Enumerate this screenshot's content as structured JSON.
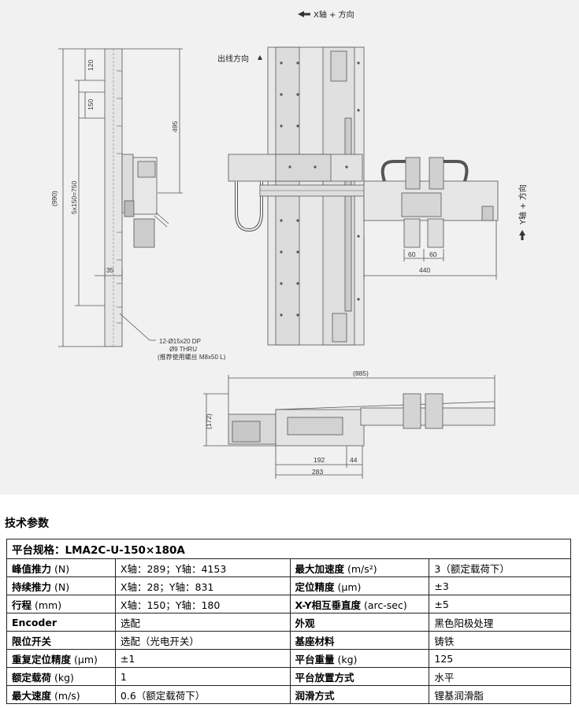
{
  "drawing": {
    "x_direction": "X轴 + 方向",
    "y_direction": "Y轴 + 方向",
    "cable_direction": "出线方向",
    "dims": {
      "d120": "120",
      "d150": "150",
      "d495": "495",
      "d990": "(990)",
      "d750": "5x150=750",
      "d35": "35",
      "d60a": "60",
      "d60b": "60",
      "d440": "440",
      "d885": "(885)",
      "d172": "(172)",
      "d192": "192",
      "d44": "44",
      "d283": "283"
    },
    "hole_note": [
      "12-Ø15x20 DP",
      "Ø9 THRU",
      "(推荐使用螺丝 M8x50 L)"
    ]
  },
  "section_title": "技术参数",
  "spec": {
    "title": "平台规格：LMA2C-U-150×180A",
    "rows": [
      {
        "k1": "峰值推力",
        "u1": " (N)",
        "v1": "X轴：289；Y轴：4153",
        "k2": "最大加速度",
        "u2": " (m/s²)",
        "v2": "3（额定载荷下）"
      },
      {
        "k1": "持续推力",
        "u1": " (N)",
        "v1": "X轴：28；Y轴：831",
        "k2": "定位精度",
        "u2": " (μm)",
        "v2": "±3"
      },
      {
        "k1": "行程",
        "u1": " (mm)",
        "v1": "X轴：150；Y轴：180",
        "k2": "X-Y相互垂直度",
        "u2": " (arc-sec)",
        "v2": "±5"
      },
      {
        "k1": "Encoder",
        "u1": "",
        "v1": "选配",
        "k2": "外观",
        "u2": "",
        "v2": "黑色阳极处理"
      },
      {
        "k1": "限位开关",
        "u1": "",
        "v1": "选配（光电开关）",
        "k2": "基座材料",
        "u2": "",
        "v2": "铸铁"
      },
      {
        "k1": "重复定位精度",
        "u1": " (μm)",
        "v1": "±1",
        "k2": "平台重量",
        "u2": " (kg)",
        "v2": "125"
      },
      {
        "k1": "额定载荷",
        "u1": " (kg)",
        "v1": "1",
        "k2": "平台放置方式",
        "u2": "",
        "v2": "水平"
      },
      {
        "k1": "最大速度",
        "u1": " (m/s)",
        "v1": "0.6（额定载荷下）",
        "k2": "润滑方式",
        "u2": "",
        "v2": "锂基润滑脂"
      }
    ]
  }
}
